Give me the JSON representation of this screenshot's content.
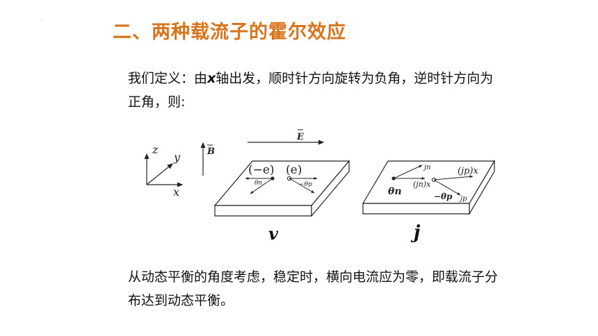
{
  "slide": {
    "title": "二、两种载流子的霍尔效应",
    "definition": {
      "before": "我们定义：由",
      "x_letter": "x",
      "after": "轴出发，顺时针方向旋转为负角，逆时针方向为正角，则:"
    },
    "conclusion": "从动态平衡的角度考虑，稳定时，横向电流应为零，即载流子分布达到动态平衡。"
  },
  "figure": {
    "axes": {
      "z": "z",
      "y": "y",
      "x": "x"
    },
    "b_field": "B",
    "e_field": "E",
    "left_plate": {
      "charge_neg": "(−e)",
      "charge_pos": "(e)",
      "theta_n": "θn",
      "theta_p": "−θp",
      "caption": "v"
    },
    "right_plate": {
      "jn": "jn",
      "jp_x": "(jp)x",
      "jn_x": "(jn)x",
      "theta_n": "θn",
      "theta_p": "−θp",
      "jp": "jp",
      "caption": "j"
    }
  }
}
